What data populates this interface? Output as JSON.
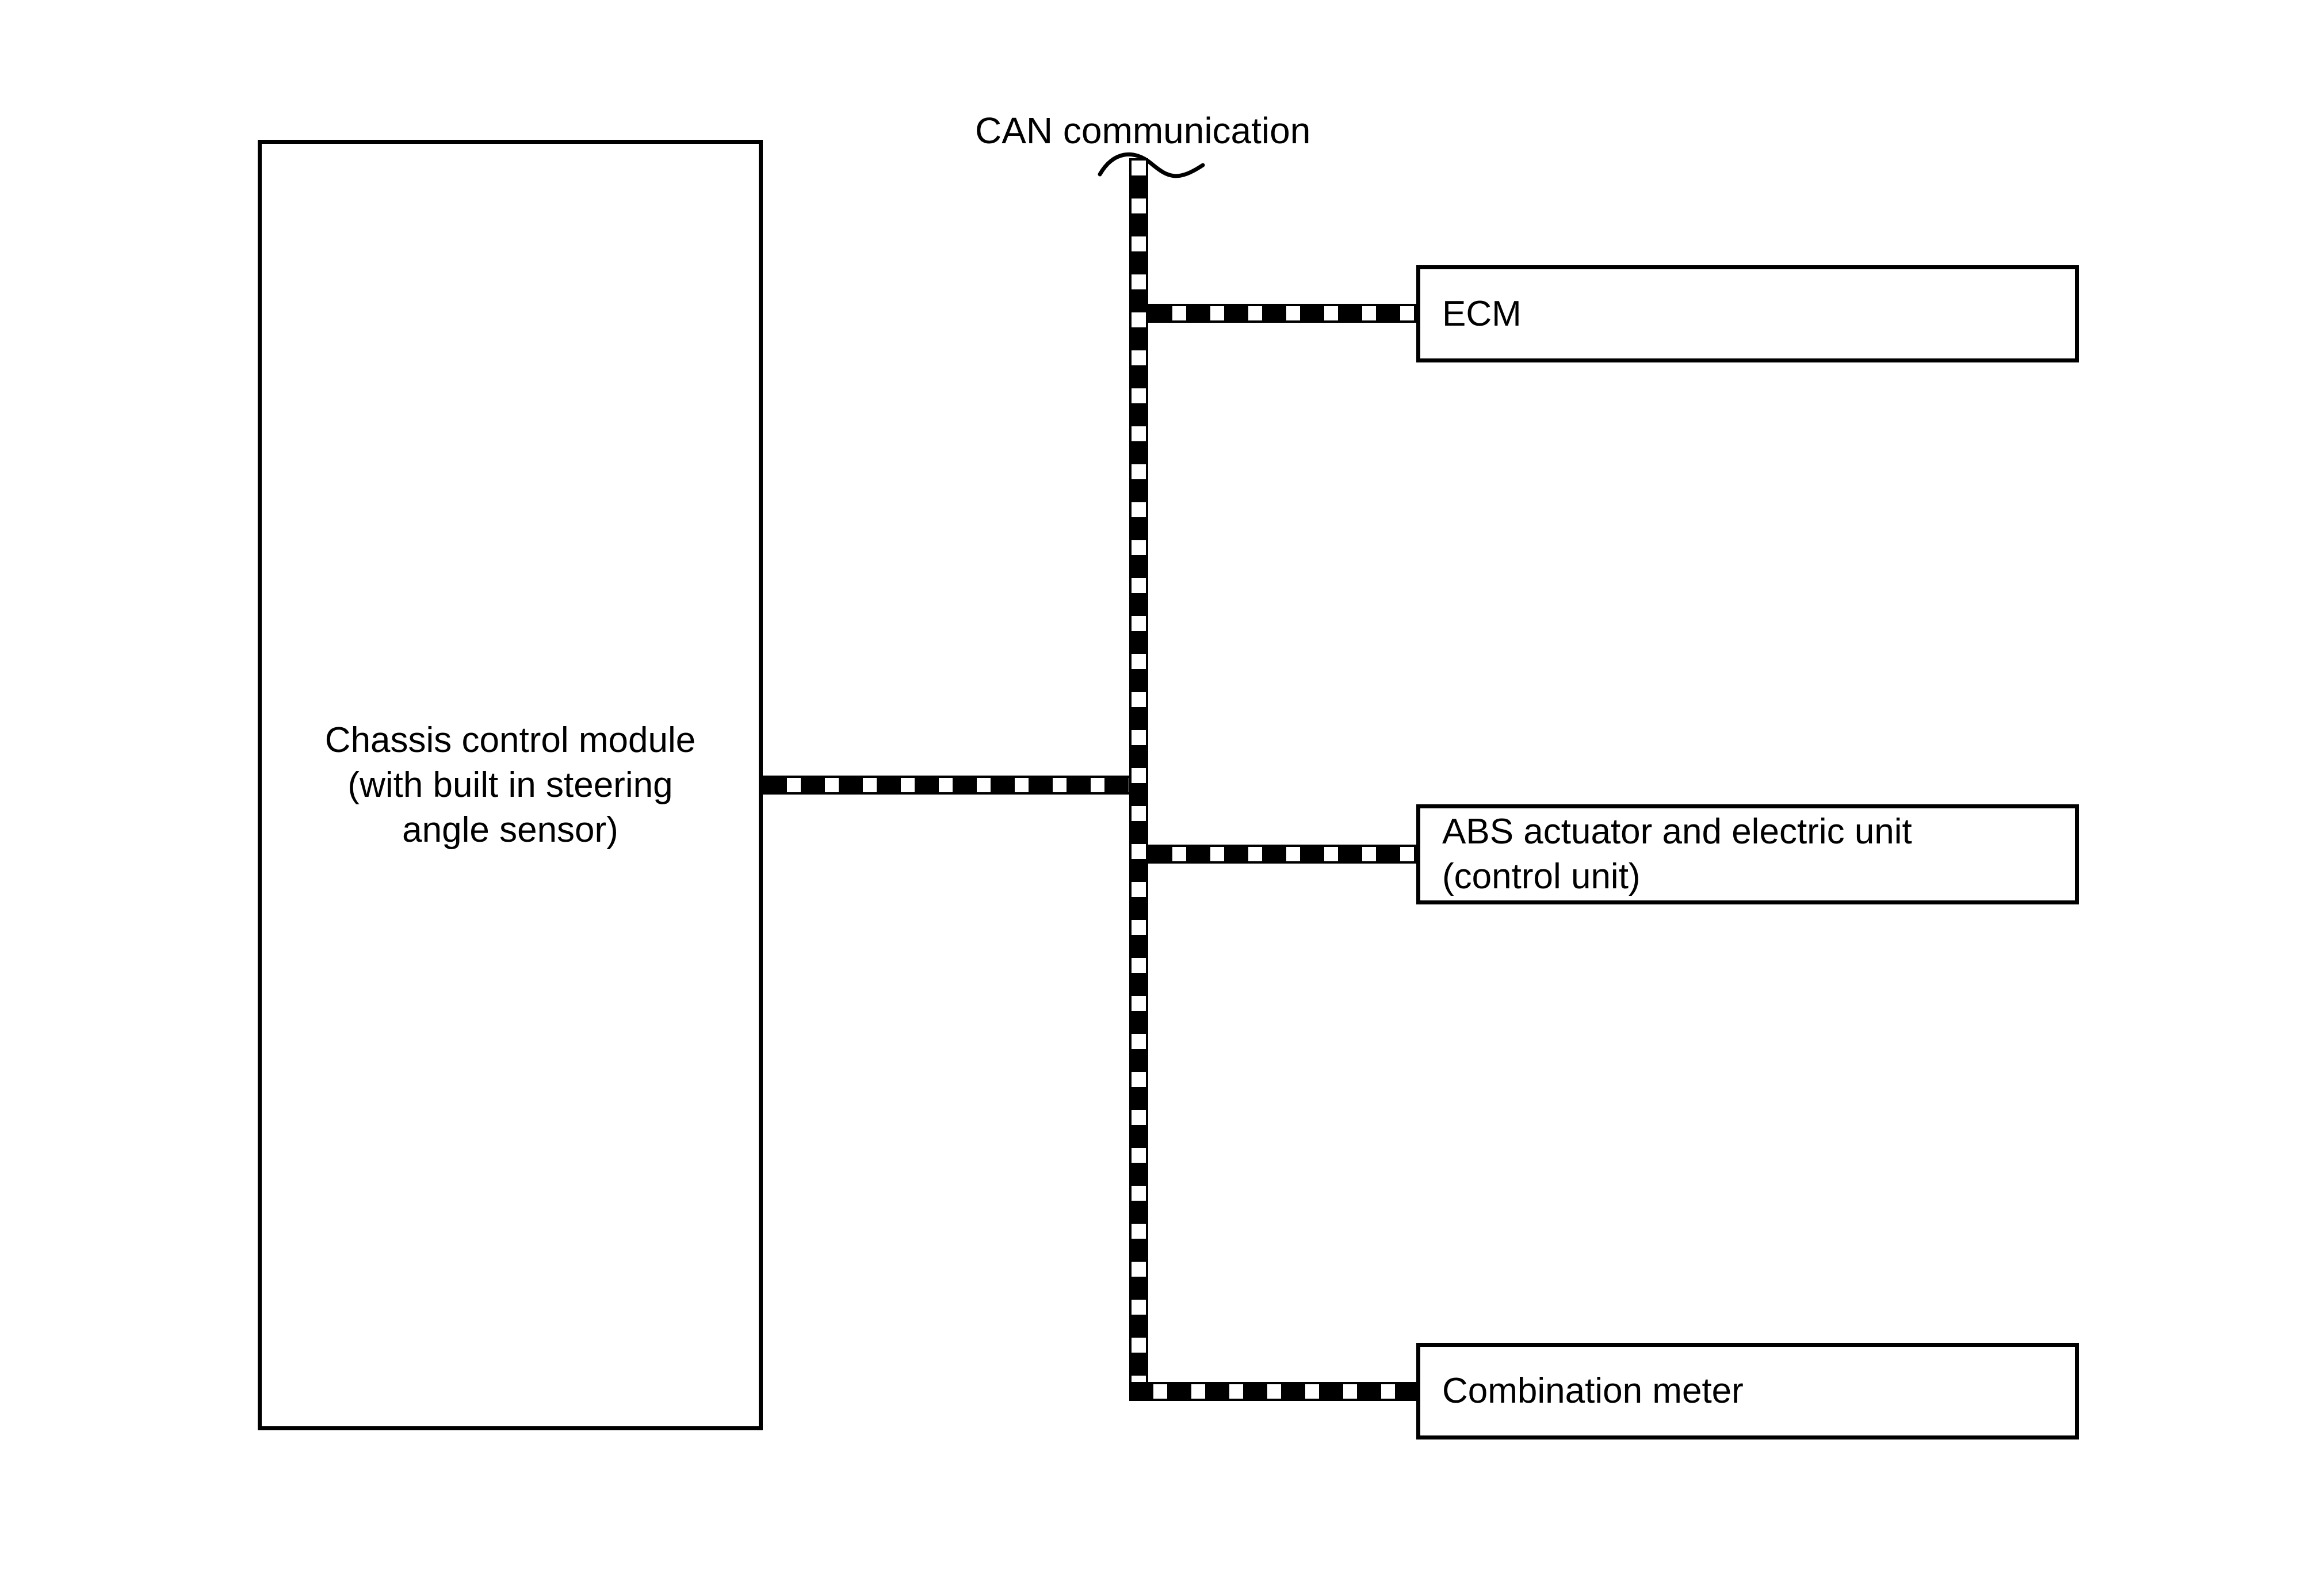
{
  "diagram": {
    "title": "CAN communication",
    "nodes": {
      "chassis": {
        "label_lines": [
          "Chassis control module",
          "(with built in steering",
          "angle sensor)"
        ]
      },
      "ecm": {
        "label": "ECM"
      },
      "abs": {
        "label_lines": [
          "ABS actuator and electric unit",
          "(control unit)"
        ]
      },
      "meter": {
        "label": "Combination meter"
      }
    },
    "colors": {
      "line": "#000000",
      "background": "#ffffff"
    }
  }
}
